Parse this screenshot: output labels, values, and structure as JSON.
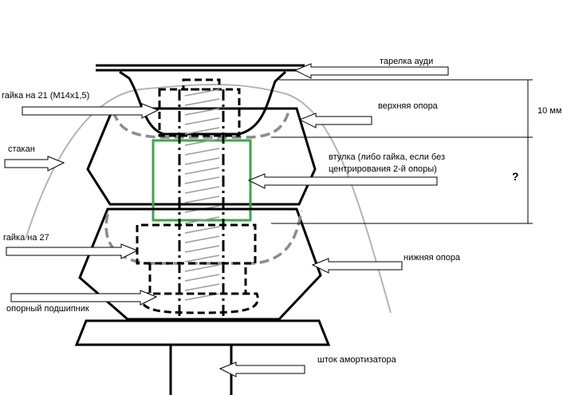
{
  "labels": {
    "plate": "тарелка ауди",
    "nut21": "гайка на 21 (М14х1,5)",
    "upper_mount": "верхняя опора",
    "dim_10": "10 мм",
    "cup": "стакан",
    "bushing_line1": "втулка (либо гайка, если без",
    "bushing_line2": "центрирования 2-й опоры)",
    "question": "?",
    "nut27": "гайка на 27",
    "lower_mount": "нижняя опора",
    "bearing": "опорный подшипник",
    "rod": "шток амортизатора"
  },
  "colors": {
    "line": "#000000",
    "dashed_gray": "#8c8c8c",
    "cup_gray": "#b4b4b4",
    "bushing_green": "#3aa84a",
    "hatch": "#9a9a9a"
  }
}
